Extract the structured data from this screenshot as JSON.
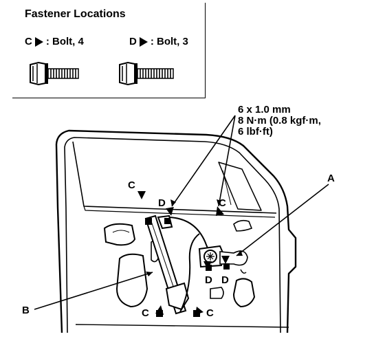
{
  "fastener_panel": {
    "title": "Fastener Locations",
    "items": [
      {
        "letter": "C",
        "description": ": Bolt, 4"
      },
      {
        "letter": "D",
        "description": ": Bolt, 3"
      }
    ]
  },
  "callouts": {
    "spec_line1": "6 x 1.0 mm",
    "spec_line2": "8 N·m (0.8 kgf·m,",
    "spec_line3": "6 lbf·ft)",
    "label_a": "A",
    "label_b": "B",
    "label_c": "C",
    "label_d": "D"
  }
}
